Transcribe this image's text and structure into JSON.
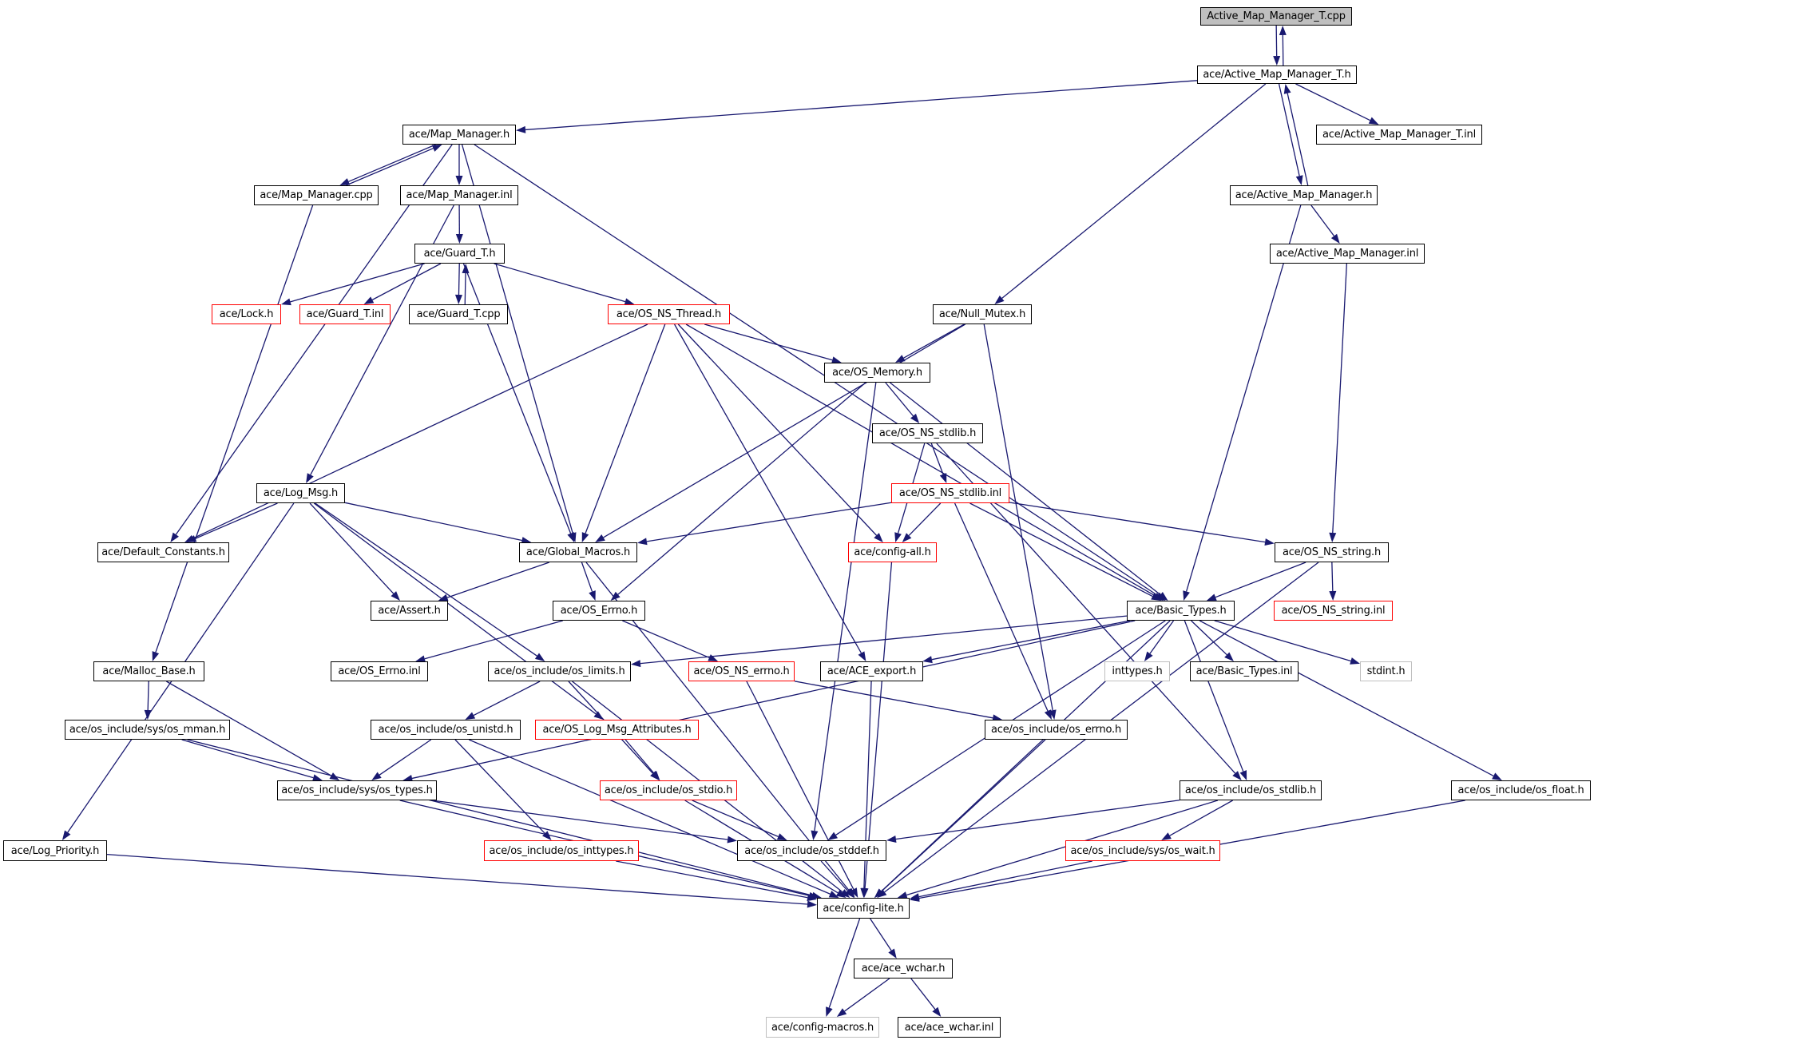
{
  "title": "Active_Map_Manager_T.cpp include dependency graph",
  "colors": {
    "edge": "#191970",
    "node_border_default": "#000000",
    "node_border_undocumented": "#ff0000",
    "node_border_external": "#bfbfbf",
    "root_fill": "#bfbfbf"
  },
  "nodes": [
    {
      "id": "n0",
      "label": "Active_Map_Manager_T.cpp",
      "style": "root"
    },
    {
      "id": "n1",
      "label": "ace/Active_Map_Manager_T.h",
      "style": "normal"
    },
    {
      "id": "n2",
      "label": "ace/Map_Manager.h",
      "style": "normal"
    },
    {
      "id": "n3",
      "label": "ace/Active_Map_Manager_T.inl",
      "style": "normal"
    },
    {
      "id": "n4",
      "label": "ace/Map_Manager.cpp",
      "style": "normal"
    },
    {
      "id": "n5",
      "label": "ace/Map_Manager.inl",
      "style": "normal"
    },
    {
      "id": "n6",
      "label": "ace/Active_Map_Manager.h",
      "style": "normal"
    },
    {
      "id": "n7",
      "label": "ace/Guard_T.h",
      "style": "normal"
    },
    {
      "id": "n8",
      "label": "ace/Active_Map_Manager.inl",
      "style": "normal"
    },
    {
      "id": "n9",
      "label": "ace/Lock.h",
      "style": "red"
    },
    {
      "id": "n10",
      "label": "ace/Guard_T.inl",
      "style": "red"
    },
    {
      "id": "n11",
      "label": "ace/Guard_T.cpp",
      "style": "normal"
    },
    {
      "id": "n12",
      "label": "ace/OS_NS_Thread.h",
      "style": "red"
    },
    {
      "id": "n13",
      "label": "ace/Null_Mutex.h",
      "style": "normal"
    },
    {
      "id": "n14",
      "label": "ace/OS_Memory.h",
      "style": "normal"
    },
    {
      "id": "n15",
      "label": "ace/OS_NS_stdlib.h",
      "style": "normal"
    },
    {
      "id": "n16",
      "label": "ace/Log_Msg.h",
      "style": "normal"
    },
    {
      "id": "n17",
      "label": "ace/OS_NS_stdlib.inl",
      "style": "red"
    },
    {
      "id": "n18",
      "label": "ace/Default_Constants.h",
      "style": "normal"
    },
    {
      "id": "n19",
      "label": "ace/Global_Macros.h",
      "style": "normal"
    },
    {
      "id": "n20",
      "label": "ace/config-all.h",
      "style": "red"
    },
    {
      "id": "n21",
      "label": "ace/OS_NS_string.h",
      "style": "normal"
    },
    {
      "id": "n22",
      "label": "ace/Assert.h",
      "style": "normal"
    },
    {
      "id": "n23",
      "label": "ace/OS_Errno.h",
      "style": "normal"
    },
    {
      "id": "n24",
      "label": "ace/Basic_Types.h",
      "style": "normal"
    },
    {
      "id": "n25",
      "label": "ace/OS_NS_string.inl",
      "style": "red"
    },
    {
      "id": "n26",
      "label": "ace/Malloc_Base.h",
      "style": "normal"
    },
    {
      "id": "n27",
      "label": "ace/OS_Errno.inl",
      "style": "normal"
    },
    {
      "id": "n28",
      "label": "ace/os_include/os_limits.h",
      "style": "normal"
    },
    {
      "id": "n29",
      "label": "ace/OS_NS_errno.h",
      "style": "red"
    },
    {
      "id": "n30",
      "label": "ace/ACE_export.h",
      "style": "normal"
    },
    {
      "id": "n31",
      "label": "inttypes.h",
      "style": "gray"
    },
    {
      "id": "n32",
      "label": "ace/Basic_Types.inl",
      "style": "normal"
    },
    {
      "id": "n33",
      "label": "stdint.h",
      "style": "gray"
    },
    {
      "id": "n34",
      "label": "ace/os_include/sys/os_mman.h",
      "style": "normal"
    },
    {
      "id": "n35",
      "label": "ace/os_include/os_unistd.h",
      "style": "normal"
    },
    {
      "id": "n36",
      "label": "ace/OS_Log_Msg_Attributes.h",
      "style": "red"
    },
    {
      "id": "n37",
      "label": "ace/os_include/os_errno.h",
      "style": "normal"
    },
    {
      "id": "n38",
      "label": "ace/os_include/sys/os_types.h",
      "style": "normal"
    },
    {
      "id": "n39",
      "label": "ace/os_include/os_stdio.h",
      "style": "red"
    },
    {
      "id": "n40",
      "label": "ace/os_include/os_stdlib.h",
      "style": "normal"
    },
    {
      "id": "n41",
      "label": "ace/os_include/os_float.h",
      "style": "normal"
    },
    {
      "id": "n42",
      "label": "ace/Log_Priority.h",
      "style": "normal"
    },
    {
      "id": "n43",
      "label": "ace/os_include/os_inttypes.h",
      "style": "red"
    },
    {
      "id": "n44",
      "label": "ace/os_include/os_stddef.h",
      "style": "normal"
    },
    {
      "id": "n45",
      "label": "ace/os_include/sys/os_wait.h",
      "style": "red"
    },
    {
      "id": "n46",
      "label": "ace/config-lite.h",
      "style": "normal"
    },
    {
      "id": "n47",
      "label": "ace/ace_wchar.h",
      "style": "normal"
    },
    {
      "id": "n48",
      "label": "ace/config-macros.h",
      "style": "gray"
    },
    {
      "id": "n49",
      "label": "ace/ace_wchar.inl",
      "style": "normal"
    }
  ],
  "edges": [
    [
      "n0",
      "n1"
    ],
    [
      "n1",
      "n0"
    ],
    [
      "n1",
      "n2"
    ],
    [
      "n1",
      "n3"
    ],
    [
      "n1",
      "n6"
    ],
    [
      "n6",
      "n1"
    ],
    [
      "n1",
      "n13"
    ],
    [
      "n2",
      "n4"
    ],
    [
      "n4",
      "n2"
    ],
    [
      "n2",
      "n5"
    ],
    [
      "n2",
      "n18"
    ],
    [
      "n2",
      "n19"
    ],
    [
      "n2",
      "n24"
    ],
    [
      "n4",
      "n26"
    ],
    [
      "n5",
      "n7"
    ],
    [
      "n5",
      "n16"
    ],
    [
      "n6",
      "n8"
    ],
    [
      "n6",
      "n24"
    ],
    [
      "n8",
      "n21"
    ],
    [
      "n7",
      "n9"
    ],
    [
      "n7",
      "n10"
    ],
    [
      "n7",
      "n11"
    ],
    [
      "n11",
      "n7"
    ],
    [
      "n7",
      "n12"
    ],
    [
      "n7",
      "n19"
    ],
    [
      "n12",
      "n18"
    ],
    [
      "n12",
      "n19"
    ],
    [
      "n12",
      "n14"
    ],
    [
      "n12",
      "n20"
    ],
    [
      "n12",
      "n30"
    ],
    [
      "n12",
      "n24"
    ],
    [
      "n13",
      "n19"
    ],
    [
      "n13",
      "n14"
    ],
    [
      "n13",
      "n37"
    ],
    [
      "n14",
      "n15"
    ],
    [
      "n14",
      "n23"
    ],
    [
      "n14",
      "n44"
    ],
    [
      "n14",
      "n24"
    ],
    [
      "n15",
      "n17"
    ],
    [
      "n15",
      "n20"
    ],
    [
      "n15",
      "n40"
    ],
    [
      "n17",
      "n19"
    ],
    [
      "n17",
      "n20"
    ],
    [
      "n17",
      "n21"
    ],
    [
      "n17",
      "n24"
    ],
    [
      "n17",
      "n37"
    ],
    [
      "n16",
      "n18"
    ],
    [
      "n16",
      "n19"
    ],
    [
      "n16",
      "n22"
    ],
    [
      "n16",
      "n42"
    ],
    [
      "n16",
      "n36"
    ],
    [
      "n16",
      "n28"
    ],
    [
      "n19",
      "n22"
    ],
    [
      "n19",
      "n23"
    ],
    [
      "n19",
      "n46"
    ],
    [
      "n20",
      "n46"
    ],
    [
      "n21",
      "n24"
    ],
    [
      "n21",
      "n25"
    ],
    [
      "n21",
      "n46"
    ],
    [
      "n23",
      "n27"
    ],
    [
      "n23",
      "n29"
    ],
    [
      "n24",
      "n28"
    ],
    [
      "n24",
      "n30"
    ],
    [
      "n24",
      "n31"
    ],
    [
      "n24",
      "n32"
    ],
    [
      "n24",
      "n33"
    ],
    [
      "n24",
      "n38"
    ],
    [
      "n24",
      "n44"
    ],
    [
      "n24",
      "n40"
    ],
    [
      "n24",
      "n41"
    ],
    [
      "n24",
      "n46"
    ],
    [
      "n26",
      "n34"
    ],
    [
      "n26",
      "n38"
    ],
    [
      "n28",
      "n35"
    ],
    [
      "n28",
      "n39"
    ],
    [
      "n28",
      "n46"
    ],
    [
      "n29",
      "n37"
    ],
    [
      "n29",
      "n46"
    ],
    [
      "n30",
      "n46"
    ],
    [
      "n34",
      "n38"
    ],
    [
      "n34",
      "n46"
    ],
    [
      "n35",
      "n38"
    ],
    [
      "n35",
      "n43"
    ],
    [
      "n35",
      "n46"
    ],
    [
      "n36",
      "n39"
    ],
    [
      "n37",
      "n46"
    ],
    [
      "n38",
      "n44"
    ],
    [
      "n38",
      "n46"
    ],
    [
      "n39",
      "n44"
    ],
    [
      "n39",
      "n46"
    ],
    [
      "n40",
      "n44"
    ],
    [
      "n40",
      "n45"
    ],
    [
      "n40",
      "n46"
    ],
    [
      "n41",
      "n46"
    ],
    [
      "n42",
      "n46"
    ],
    [
      "n43",
      "n46"
    ],
    [
      "n44",
      "n46"
    ],
    [
      "n45",
      "n46"
    ],
    [
      "n46",
      "n47"
    ],
    [
      "n46",
      "n48"
    ],
    [
      "n47",
      "n48"
    ],
    [
      "n47",
      "n49"
    ]
  ]
}
